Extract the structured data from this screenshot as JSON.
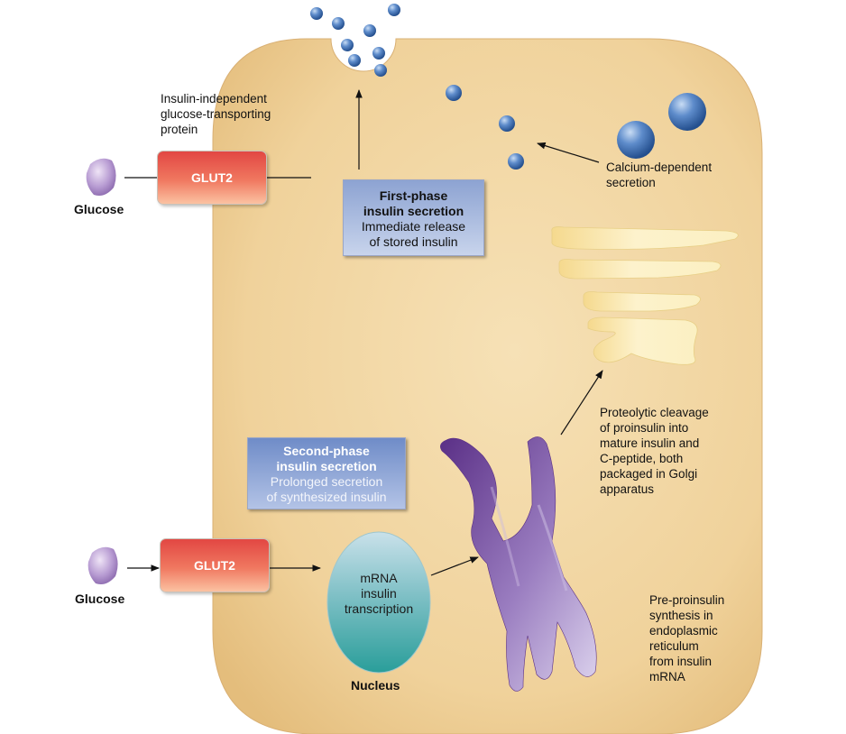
{
  "colors": {
    "cell_fill": "#f2d6a2",
    "cell_fill_dark": "#e8c07e",
    "glut_red": "#e24743",
    "vesicle_blue": "#3f6fae",
    "er_purple": "#6a3f8f",
    "nucleus_teal": "#3aa7a3",
    "golgi_cream": "#fbe9a8"
  },
  "labels": {
    "glucose_top": "Glucose",
    "glucose_bottom": "Glucose",
    "glut2_top": "GLUT2",
    "glut2_bottom": "GLUT2",
    "glut2_desc": [
      "Insulin-independent",
      "glucose-transporting",
      "protein"
    ],
    "calcium": [
      "Calcium-dependent",
      "secretion"
    ],
    "first_phase_title": [
      "First-phase",
      "insulin secretion"
    ],
    "first_phase_sub": [
      "Immediate release",
      "of stored insulin"
    ],
    "second_phase_title": [
      "Second-phase",
      "insulin secretion"
    ],
    "second_phase_sub": [
      "Prolonged secretion",
      "of synthesized insulin"
    ],
    "golgi_desc": [
      "Proteolytic cleavage",
      "of proinsulin into",
      "mature insulin and",
      "C-peptide, both",
      "packaged in Golgi",
      "apparatus"
    ],
    "er_desc": [
      "Pre-proinsulin",
      "synthesis in",
      "endoplasmic",
      "reticulum",
      "from insulin",
      "mRNA"
    ],
    "nucleus_text": [
      "mRNA",
      "insulin",
      "transcription"
    ],
    "nucleus_label": "Nucleus"
  },
  "icons": {
    "glucose": "glucose-molecule-icon",
    "vesicle": "insulin-vesicle-icon",
    "golgi": "golgi-apparatus-icon",
    "er": "endoplasmic-reticulum-icon",
    "nucleus": "nucleus-icon"
  }
}
